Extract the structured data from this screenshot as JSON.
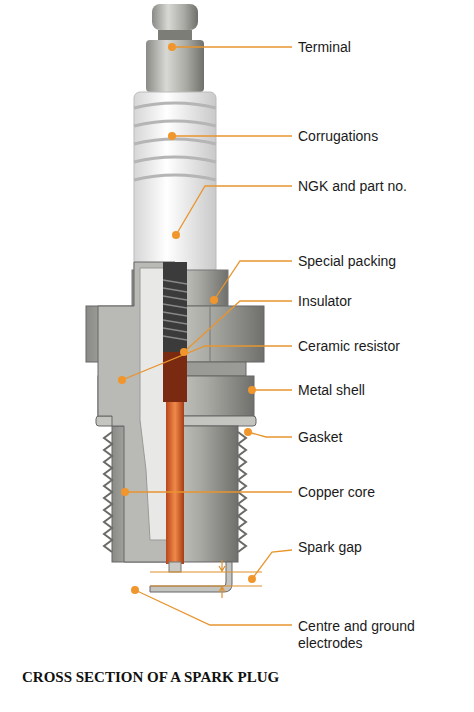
{
  "diagram": {
    "title": "CROSS SECTION OF A SPARK PLUG",
    "labels": [
      "Terminal",
      "Corrugations",
      "NGK and part no.",
      "Special packing",
      "Insulator",
      "Ceramic resistor",
      "Metal shell",
      "Gasket",
      "Copper core",
      "Spark gap",
      "Centre and ground electrodes"
    ]
  }
}
